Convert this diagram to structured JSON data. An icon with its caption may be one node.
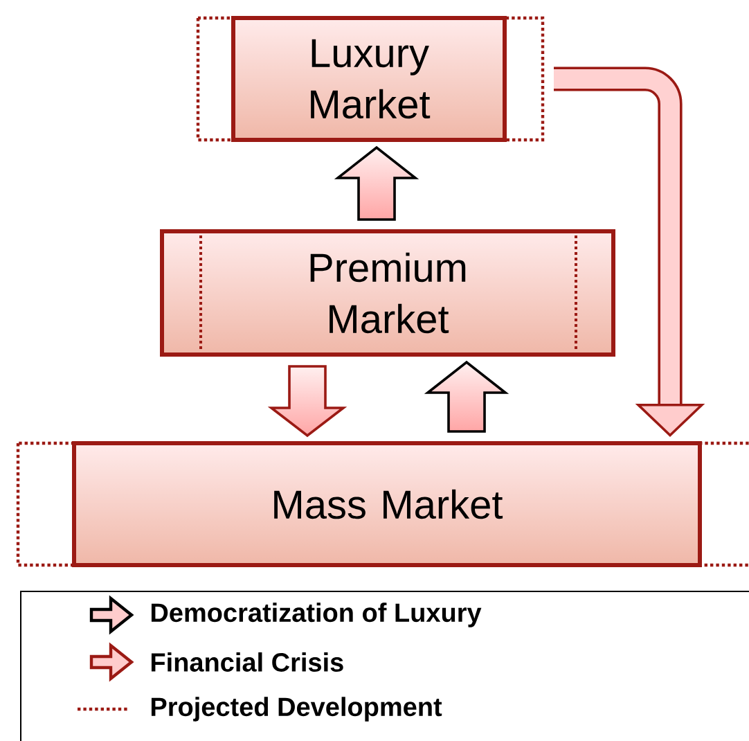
{
  "diagram": {
    "nodes": [
      {
        "text": [
          "Luxury Market"
        ]
      },
      {
        "text": [
          "Premium Market"
        ]
      },
      {
        "text": [
          "Mass Market"
        ]
      }
    ],
    "edges": [
      {
        "from": 1,
        "to": 0,
        "arrow": "to"
      },
      {
        "from": 1,
        "to": 2,
        "arrow": "to",
        "color": "#9b1a14"
      },
      {
        "from": 2,
        "to": 1,
        "arrow": "to"
      },
      {
        "from": 0,
        "to": 2,
        "arrow": "to",
        "color": "#9b1a14"
      }
    ],
    "legend": [
      {
        "text": "Democratization of Luxury"
      },
      {
        "text": "Financial Crisis"
      },
      {
        "text": "Projected Development"
      }
    ]
  }
}
